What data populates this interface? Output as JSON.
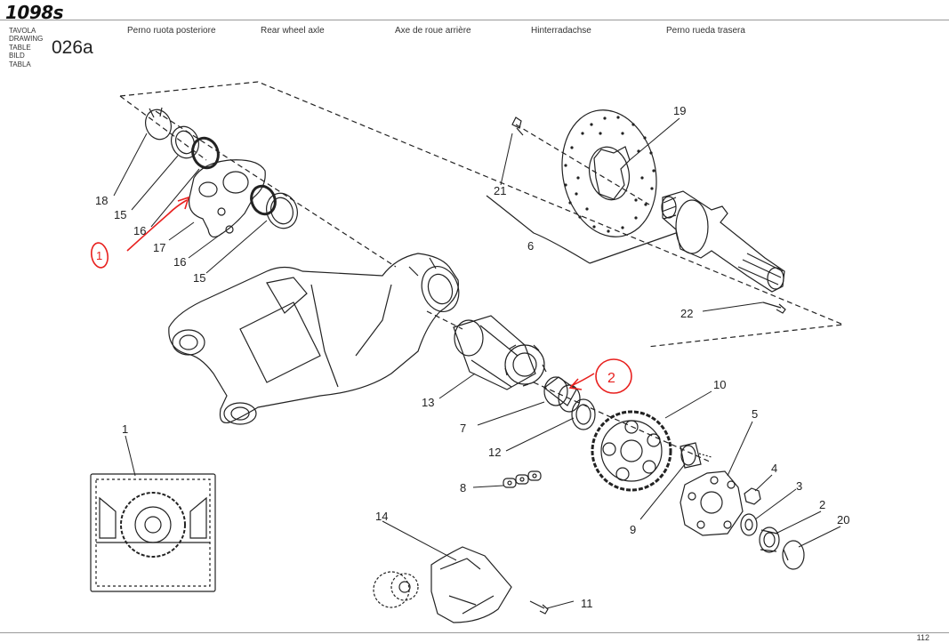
{
  "header": {
    "brand": "1098s",
    "table_labels": [
      "TAVOLA",
      "DRAWING",
      "TABLE",
      "BILD",
      "TABLA"
    ],
    "table_number": "026a",
    "titles": {
      "it": "Perno ruota posteriore",
      "en": "Rear wheel axle",
      "fr": "Axe de roue arrière",
      "de": "Hinterradachse",
      "es": "Perno rueda trasera"
    }
  },
  "callouts": {
    "c1": "1",
    "c2": "2",
    "c3": "3",
    "c4": "4",
    "c5": "5",
    "c6": "6",
    "c7": "7",
    "c8": "8",
    "c9": "9",
    "c10": "10",
    "c11": "11",
    "c12": "12",
    "c13": "13",
    "c14": "14",
    "c15a": "15",
    "c15b": "15",
    "c16a": "16",
    "c16b": "16",
    "c17": "17",
    "c18": "18",
    "c19": "19",
    "c20": "20",
    "c21": "21",
    "c22": "22"
  },
  "annotations": {
    "mark_1": "1",
    "mark_2": "2",
    "color": "#e8201e"
  },
  "footer": {
    "page_number": "112"
  }
}
